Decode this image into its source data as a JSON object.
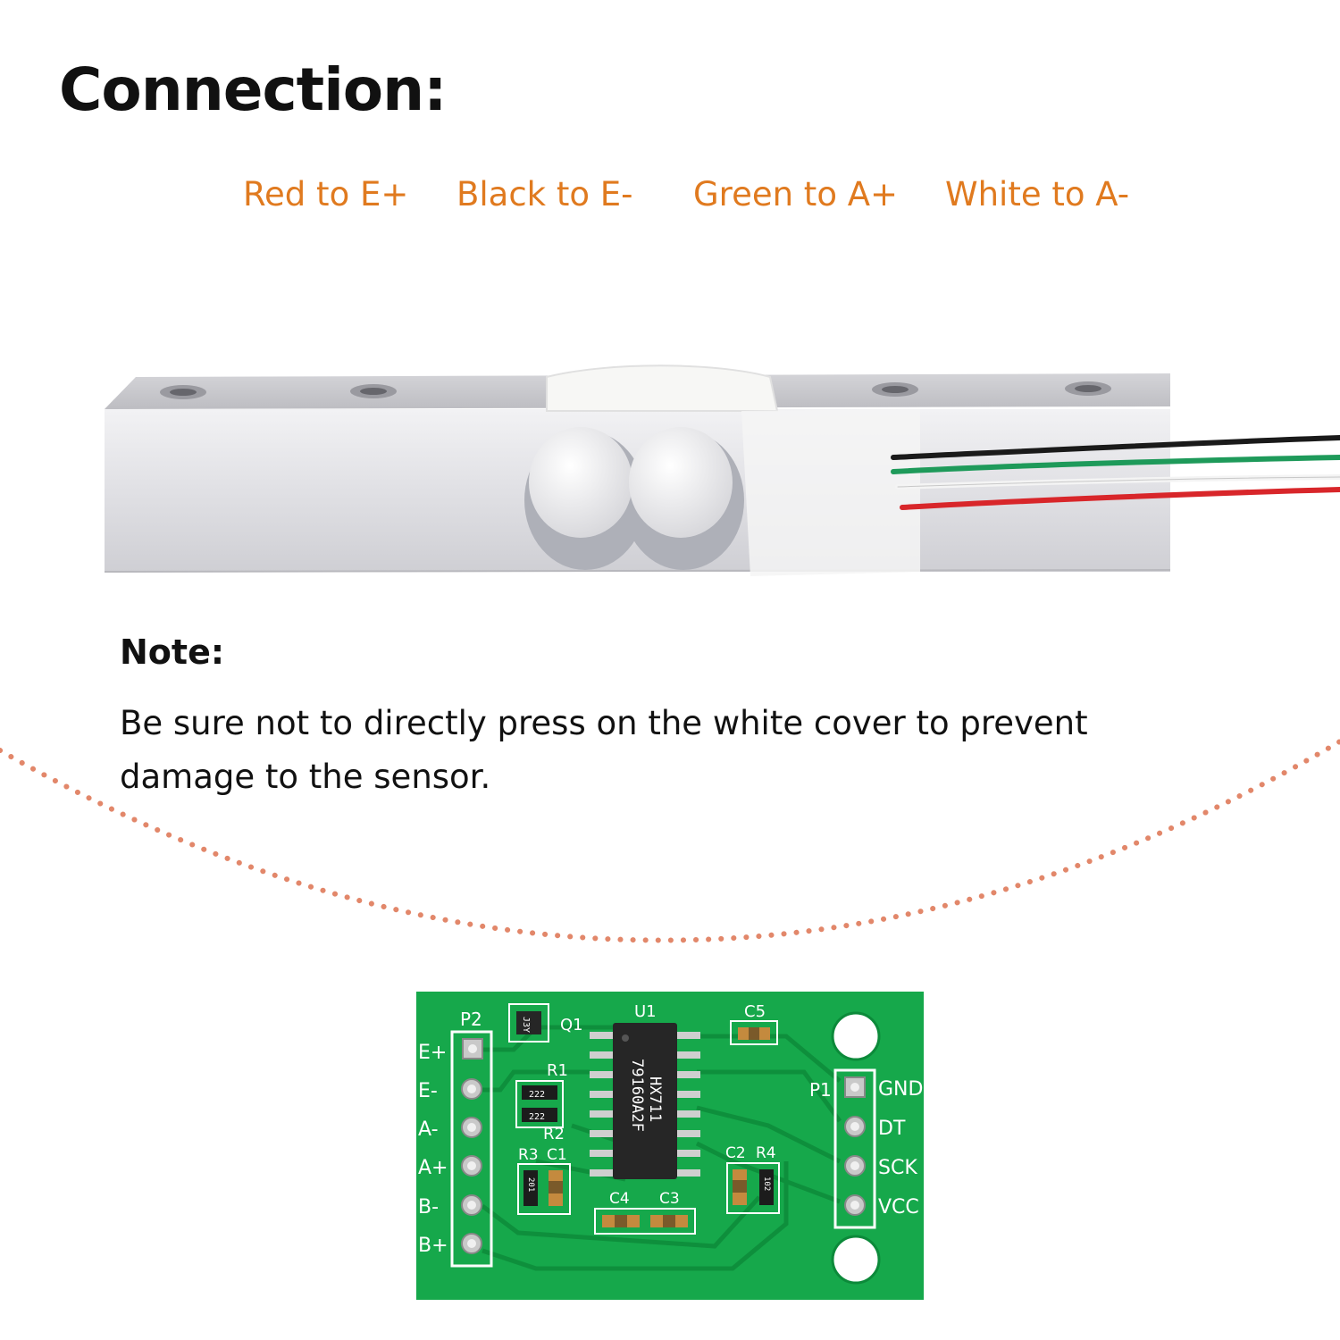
{
  "title": "Connection:",
  "wires": [
    {
      "text": "Red to E+"
    },
    {
      "text": "Black to E-"
    },
    {
      "text": "Green to A+"
    },
    {
      "text": "White to A-"
    }
  ],
  "note": {
    "label": "Note:",
    "text": "Be sure not to directly press on the white cover to prevent damage to the sensor."
  },
  "colors": {
    "accent": "#e07a1f",
    "dots": "#e2876a",
    "pcb": "#14a84a",
    "pcb_dark": "#0c8a3a"
  },
  "pcb": {
    "left_header": "P2",
    "left_pins": [
      "E+",
      "E-",
      "A-",
      "A+",
      "B-",
      "B+"
    ],
    "right_header": "P1",
    "right_pins": [
      "GND",
      "DT",
      "SCK",
      "VCC"
    ],
    "chip_ref": "U1",
    "chip_line1": "HX711",
    "chip_line2": "79160A2F",
    "transistor_ref": "Q1",
    "transistor_mark": "J3Y",
    "refs": [
      "R1",
      "R2",
      "R3",
      "C1",
      "C2",
      "R4",
      "C3",
      "C4",
      "C5"
    ],
    "resistor_mark_a": "222",
    "resistor_mark_b": "222",
    "resistor_mark_c": "201",
    "resistor_mark_d": "102"
  }
}
